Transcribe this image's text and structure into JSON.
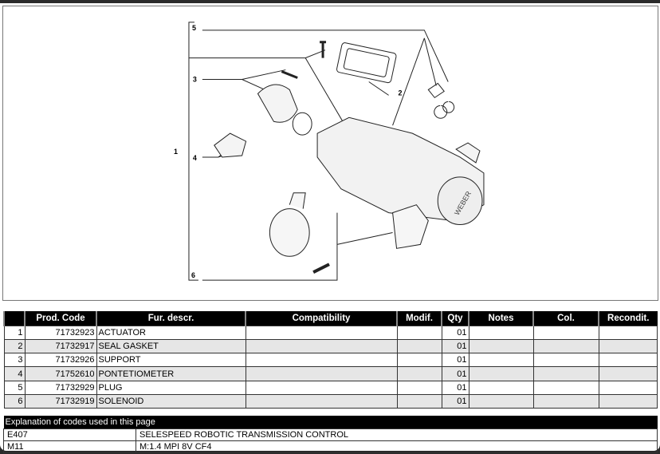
{
  "diagram": {
    "callouts": [
      "1",
      "2",
      "3",
      "4",
      "5",
      "6"
    ],
    "brand_mark": "WEBER"
  },
  "parts_table": {
    "headers": [
      "",
      "Prod. Code",
      "Fur. descr.",
      "Compatibility",
      "Modif.",
      "Qty",
      "Notes",
      "Col.",
      "Recondit."
    ],
    "rows": [
      {
        "n": "1",
        "code": "71732923",
        "descr": "ACTUATOR",
        "qty": "01"
      },
      {
        "n": "2",
        "code": "71732917",
        "descr": "SEAL GASKET",
        "qty": "01"
      },
      {
        "n": "3",
        "code": "71732926",
        "descr": "SUPPORT",
        "qty": "01"
      },
      {
        "n": "4",
        "code": "71752610",
        "descr": "PONTETIOMETER",
        "qty": "01"
      },
      {
        "n": "5",
        "code": "71732929",
        "descr": "PLUG",
        "qty": "01"
      },
      {
        "n": "6",
        "code": "71732919",
        "descr": "SOLENOID",
        "qty": "01"
      }
    ]
  },
  "codes_table": {
    "title": "Explanation of codes used in this page",
    "rows": [
      {
        "code": "E407",
        "desc": "SELESPEED ROBOTIC TRANSMISSION CONTROL"
      },
      {
        "code": "M11",
        "desc": "M:1.4 MPI 8V CF4"
      }
    ]
  }
}
